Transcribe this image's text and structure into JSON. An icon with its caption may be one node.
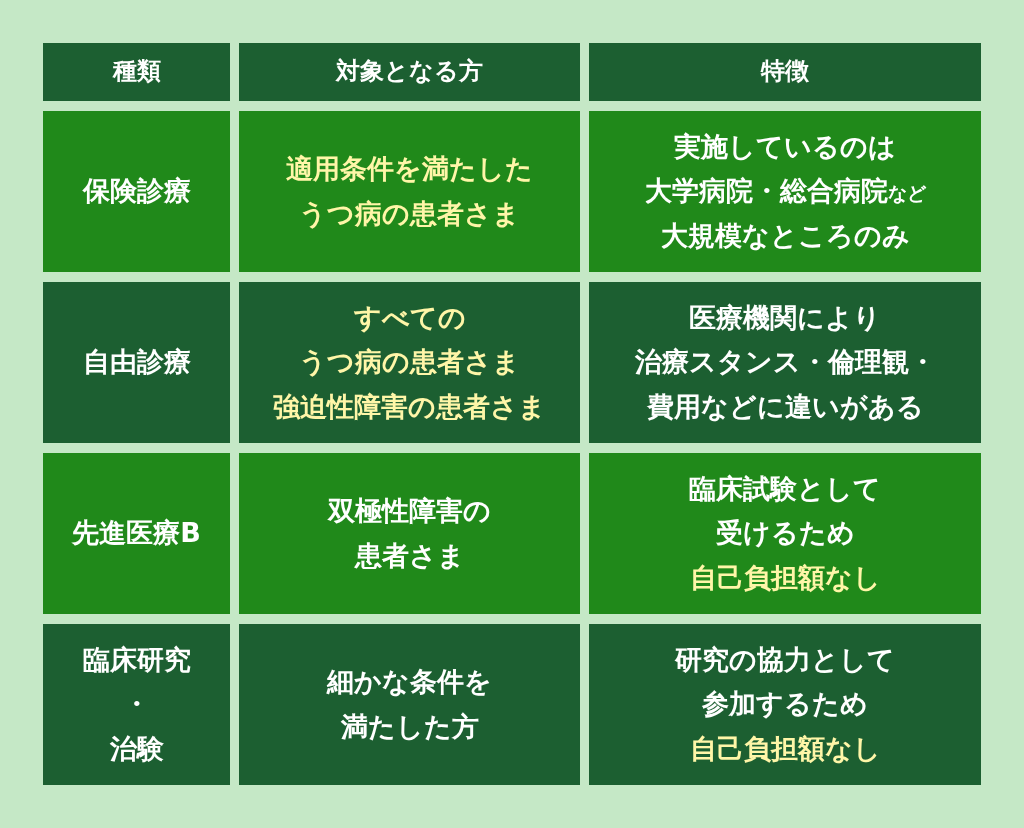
{
  "diagram": {
    "labels": [
      "種類",
      "対象となる方",
      "特徴",
      "保険診療",
      "適用条件を満たしたうつ病の患者さま",
      "実施しているのは大学病院・総合病院など大規模なところのみ",
      "自由診療",
      "すべてのうつ病の患者さま強迫性障害の患者さま",
      "医療機関により治療スタンス・倫理観・費用などに違いがある",
      "先進医療B",
      "双極性障害の患者さま",
      "臨床試験として受けるため",
      "自己負担額なし",
      "臨床研究・治験",
      "細かな条件を満たした方",
      "研究の協力として参加するため",
      "自己負担額なし"
    ]
  }
}
